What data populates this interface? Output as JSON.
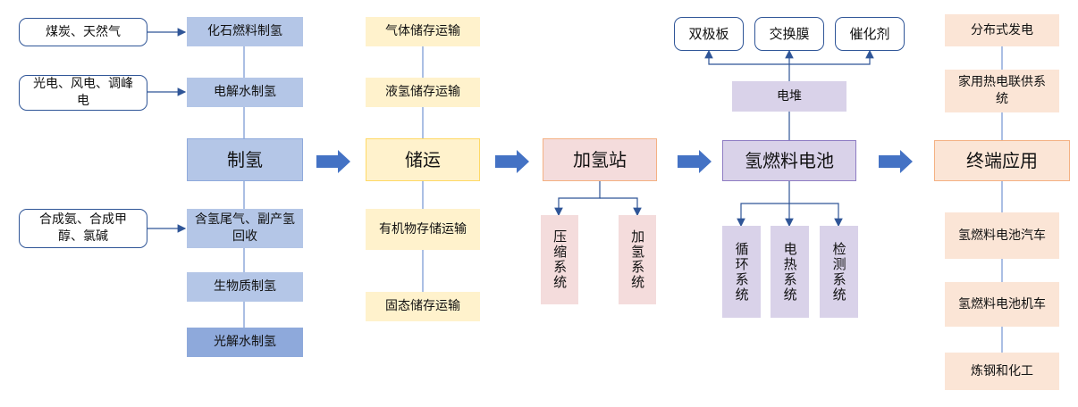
{
  "sources": {
    "coal_gas": "煤炭、天然气",
    "renewables": "光电、风电、调峰电",
    "chemicals": "合成氨、合成甲醇、氯碱"
  },
  "production": {
    "title": "制氢",
    "fossil": "化石燃料制氢",
    "electrolysis": "电解水制氢",
    "byproduct": "含氢尾气、副产氢回收",
    "biomass": "生物质制氢",
    "photolysis": "光解水制氢"
  },
  "storage": {
    "title": "储运",
    "gas": "气体储存运输",
    "liquid": "液氢储存运输",
    "organic": "有机物存储运输",
    "solid": "固态储存运输"
  },
  "station": {
    "title": "加氢站",
    "compression": "压缩系统",
    "dispensing": "加氢系统"
  },
  "fuel_cell": {
    "title": "氢燃料电池",
    "stack": "电堆",
    "bipolar": "双极板",
    "membrane": "交换膜",
    "catalyst": "催化剂",
    "circulation": "循环系统",
    "thermal": "电热系统",
    "detection": "检测系统"
  },
  "applications": {
    "title": "终端应用",
    "distributed": "分布式发电",
    "chp": "家用热电联供系统",
    "car": "氢燃料电池汽车",
    "locomotive": "氢燃料电池机车",
    "steel": "炼钢和化工"
  },
  "colors": {
    "line_blue": "#8faadc",
    "arrow_blue": "#2f5597",
    "main_arrow": "#4472c4"
  }
}
